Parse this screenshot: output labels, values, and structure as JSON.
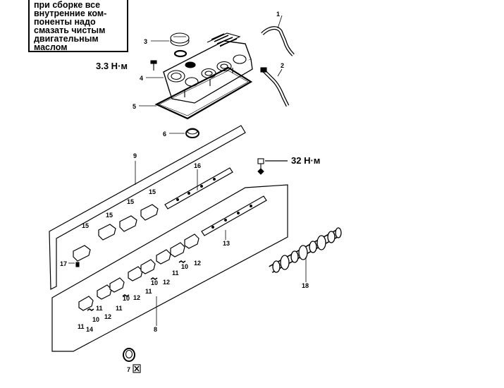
{
  "note": {
    "lines": [
      "при сборке все",
      "внутренние ком-",
      "поненты надо",
      "смазать чистым",
      "двигательным",
      "маслом"
    ]
  },
  "torques": {
    "cover_bolt": "3.3 Н·м",
    "rocker_bolt": "32 Н·м"
  },
  "callouts": {
    "c1": "1",
    "c2": "2",
    "c3": "3",
    "c4": "4",
    "c5": "5",
    "c6": "6",
    "c7": "7",
    "c8": "8",
    "c9": "9",
    "c13": "13",
    "c16": "16",
    "c17": "17",
    "c18": "18",
    "c15a": "15",
    "c15b": "15",
    "c15c": "15",
    "c15d": "15",
    "c15e": "15",
    "c11a": "11",
    "c14": "14",
    "c10a": "10",
    "c11b": "11",
    "c12a": "12",
    "c11c": "11",
    "c10b": "10",
    "c12b": "12",
    "c11d": "11",
    "c10c": "10",
    "c12c": "12",
    "c11e": "11",
    "c10d": "10",
    "c12d": "12"
  }
}
